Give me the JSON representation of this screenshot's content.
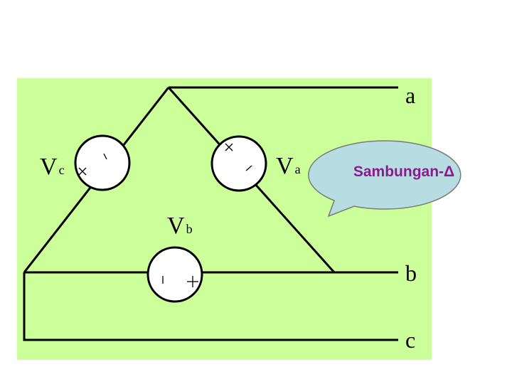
{
  "diagram": {
    "colors": {
      "panel": "#ccff99",
      "callout_fill": "#b7dde3",
      "callout_stroke": "#7a7a7a",
      "callout_text": "#8b1a8b",
      "wire": "#000000",
      "source_fill": "#ffffff"
    },
    "terminals": {
      "a": "a",
      "b": "b",
      "c": "c"
    },
    "sources": {
      "va": {
        "main": "V",
        "sub": "a"
      },
      "vb": {
        "main": "V",
        "sub": "b"
      },
      "vc": {
        "main": "V",
        "sub": "c"
      }
    },
    "callout": {
      "text": "Sambungan-Δ"
    }
  }
}
